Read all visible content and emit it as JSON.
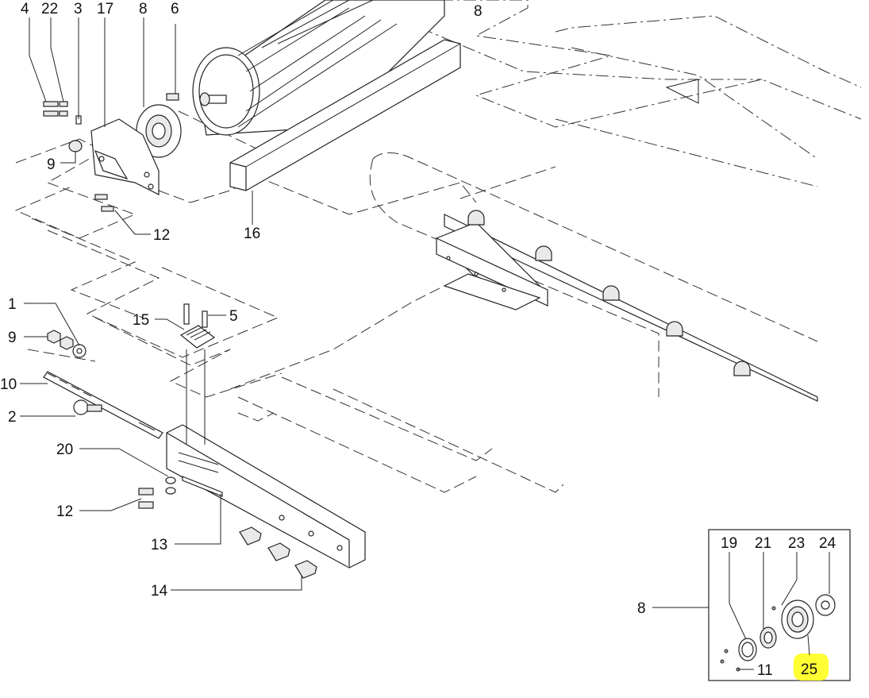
{
  "callouts": [
    {
      "id": "c4",
      "text": "4"
    },
    {
      "id": "c22",
      "text": "22"
    },
    {
      "id": "c3",
      "text": "3"
    },
    {
      "id": "c17",
      "text": "17"
    },
    {
      "id": "c8a",
      "text": "8"
    },
    {
      "id": "c6",
      "text": "6"
    },
    {
      "id": "c8b",
      "text": "8"
    },
    {
      "id": "c9a",
      "text": "9"
    },
    {
      "id": "c12a",
      "text": "12"
    },
    {
      "id": "c16",
      "text": "16"
    },
    {
      "id": "c1",
      "text": "1"
    },
    {
      "id": "c9b",
      "text": "9"
    },
    {
      "id": "c10",
      "text": "10"
    },
    {
      "id": "c2",
      "text": "2"
    },
    {
      "id": "c15",
      "text": "15"
    },
    {
      "id": "c5",
      "text": "5"
    },
    {
      "id": "c20",
      "text": "20"
    },
    {
      "id": "c12b",
      "text": "12"
    },
    {
      "id": "c13",
      "text": "13"
    },
    {
      "id": "c14",
      "text": "14"
    },
    {
      "id": "c8c",
      "text": "8"
    },
    {
      "id": "c19",
      "text": "19"
    },
    {
      "id": "c21",
      "text": "21"
    },
    {
      "id": "c23",
      "text": "23"
    },
    {
      "id": "c24",
      "text": "24"
    },
    {
      "id": "c11",
      "text": "11"
    },
    {
      "id": "c25",
      "text": "25"
    }
  ],
  "colors": {
    "line": "#222222",
    "highlight": "#ffff33",
    "background": "#ffffff"
  }
}
